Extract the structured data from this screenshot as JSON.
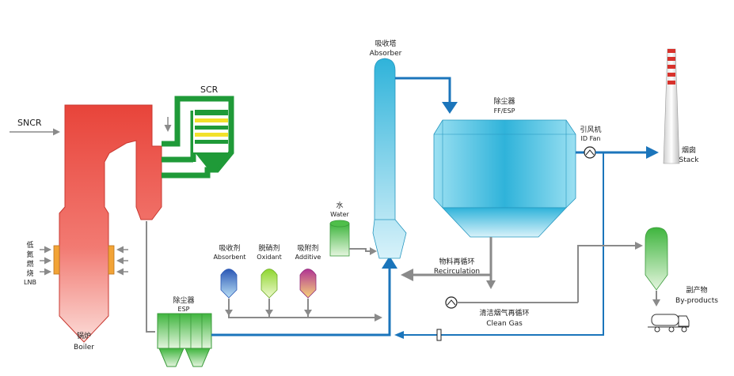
{
  "labels": {
    "sncr": "SNCR",
    "scr": "SCR",
    "lnb_cn": [
      "低",
      "氮",
      "燃",
      "烧"
    ],
    "lnb_en": "LNB",
    "boiler_cn": "锅炉",
    "boiler_en": "Boiler",
    "esp1_cn": "除尘器",
    "esp1_en": "ESP",
    "absorbent_cn": "吸收剂",
    "absorbent_en": "Absorbent",
    "oxidant_cn": "脱硝剂",
    "oxidant_en": "Oxidant",
    "additive_cn": "吸附剂",
    "additive_en": "Additive",
    "water_cn": "水",
    "water_en": "Water",
    "absorber_cn": "吸收塔",
    "absorber_en": "Absorber",
    "ffesp_cn": "除尘器",
    "ffesp_en": "FF/ESP",
    "idfan_cn": "引风机",
    "idfan_en": "ID Fan",
    "stack_cn": "烟囱",
    "stack_en": "Stack",
    "recirc_cn": "物料再循环",
    "recirc_en": "Recirculation",
    "clean_cn": "清洁烟气再循环",
    "clean_en": "Clean Gas",
    "byprod_cn": "副产物",
    "byprod_en": "By-products"
  },
  "colors": {
    "boiler": "#e8443a",
    "scr": "#1f9a38",
    "flue_blue": "#1b75bb",
    "recycle_gray": "#8a8a8a",
    "cyan_vessel": "#38bfe0",
    "green_vessel": "#4fbf4a"
  }
}
